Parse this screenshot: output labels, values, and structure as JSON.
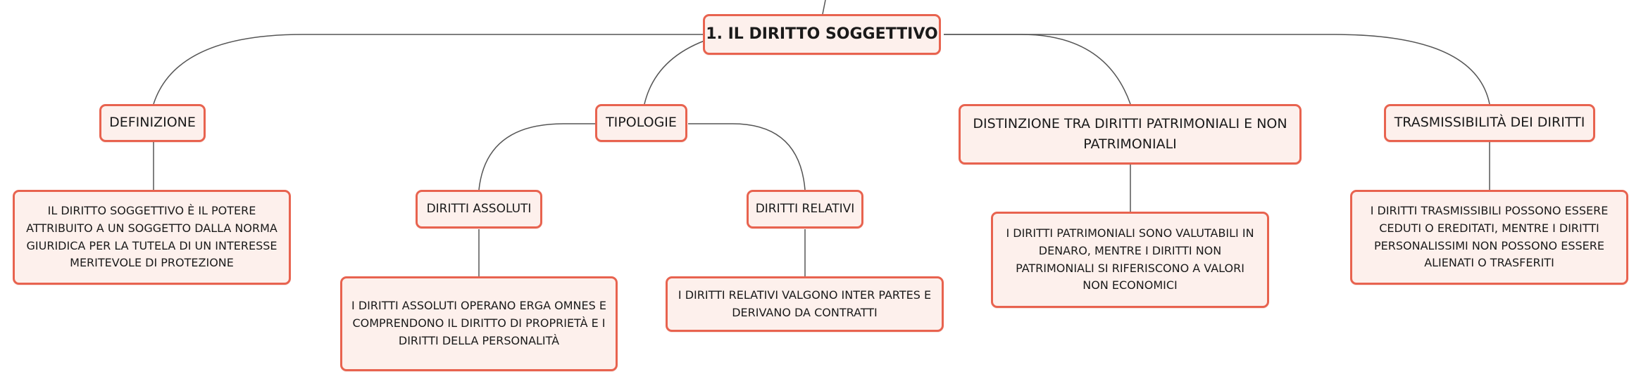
{
  "map": {
    "root": "1. IL DIRITTO SOGGETTIVO",
    "definizione": {
      "title": "DEFINIZIONE",
      "text": "IL DIRITTO SOGGETTIVO È IL POTERE ATTRIBUITO A UN SOGGETTO DALLA NORMA GIURIDICA PER LA TUTELA DI UN INTERESSE MERITEVOLE DI PROTEZIONE"
    },
    "tipologie": {
      "title": "TIPOLOGIE",
      "assoluti": {
        "title": "DIRITTI ASSOLUTI",
        "text": "I DIRITTI ASSOLUTI OPERANO ERGA OMNES E COMPRENDONO IL DIRITTO DI PROPRIETÀ E I DIRITTI DELLA PERSONALITÀ"
      },
      "relativi": {
        "title": "DIRITTI RELATIVI",
        "text": "I DIRITTI RELATIVI VALGONO INTER PARTES E DERIVANO DA CONTRATTI"
      }
    },
    "distinzione": {
      "title": "DISTINZIONE TRA DIRITTI PATRIMONIALI E NON PATRIMONIALI",
      "text": "I DIRITTI PATRIMONIALI SONO VALUTABILI IN DENARO, MENTRE I DIRITTI NON PATRIMONIALI SI RIFERISCONO A VALORI NON ECONOMICI"
    },
    "trasmissibilita": {
      "title": "TRASMISSIBILITÀ DEI DIRITTI",
      "text": "I DIRITTI TRASMISSIBILI POSSONO ESSERE CEDUTI O EREDITATI, MENTRE I DIRITTI PERSONALISSIMI NON POSSONO ESSERE ALIENATI O TRASFERITI"
    }
  },
  "colors": {
    "node_border": "#e8634f",
    "node_fill": "#fdf0ec",
    "connector": "#555555"
  }
}
